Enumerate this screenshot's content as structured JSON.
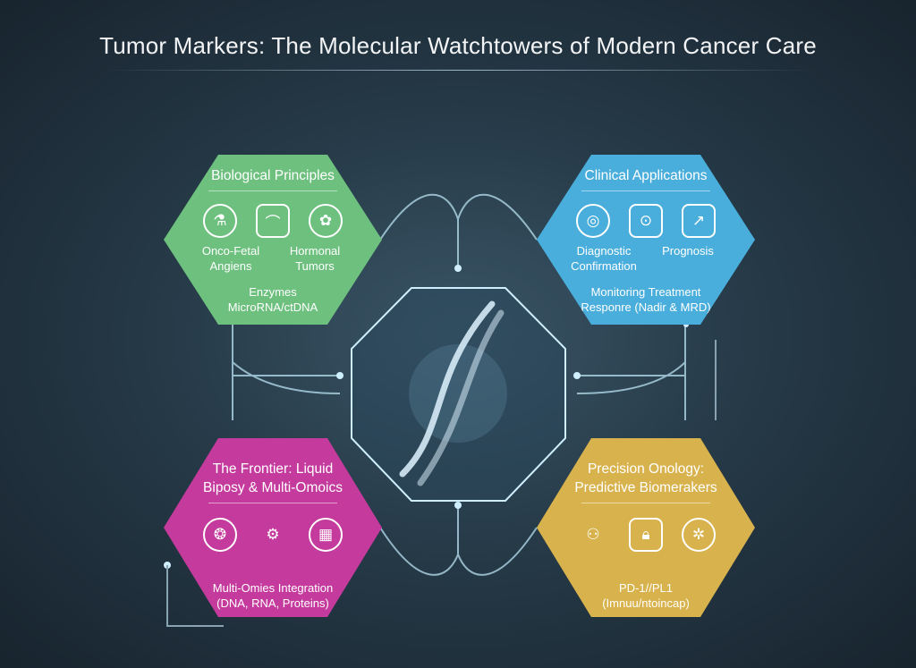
{
  "title": "Tumor Markers: The Molecular Watchtowers of Modern Cancer Care",
  "colors": {
    "green": "#6ec07f",
    "blue": "#4aaedc",
    "magenta": "#c53a9d",
    "gold": "#d8b24c"
  },
  "panels": {
    "biological": {
      "heading": "Biological Principles",
      "icons": [
        "molecule-icon",
        "receptor-icon",
        "cells-icon"
      ],
      "labels": [
        "Onco-Fetal Angiens",
        "Hormonal Tumors"
      ],
      "footer": [
        "Enzymes",
        "MicroRNA/ctDNA"
      ]
    },
    "clinical": {
      "heading": "Clinical Applications",
      "icons": [
        "scan-icon",
        "monitor-icon",
        "chart-icon"
      ],
      "labels": [
        "Diagnostic Confirmation",
        "Prognosis"
      ],
      "footer": [
        "Monitoring Treatment",
        "Responre (Nadir & MRD)"
      ]
    },
    "frontier": {
      "heading": [
        "The Frontier: Liquid",
        "Biposy & Multi-Omoics"
      ],
      "icons": [
        "cells-icon",
        "device-icon",
        "data-icon"
      ],
      "footer": [
        "Multi-Omies Integration",
        "(DNA, RNA, Proteins)"
      ]
    },
    "precision": {
      "heading": [
        "Precision Onology:",
        "Predictive Biomerakers"
      ],
      "icons": [
        "network-icon",
        "lock-icon",
        "immune-icon"
      ],
      "footer": [
        "PD-1//PL1",
        "(Imnuu/ntoincap)"
      ]
    }
  }
}
